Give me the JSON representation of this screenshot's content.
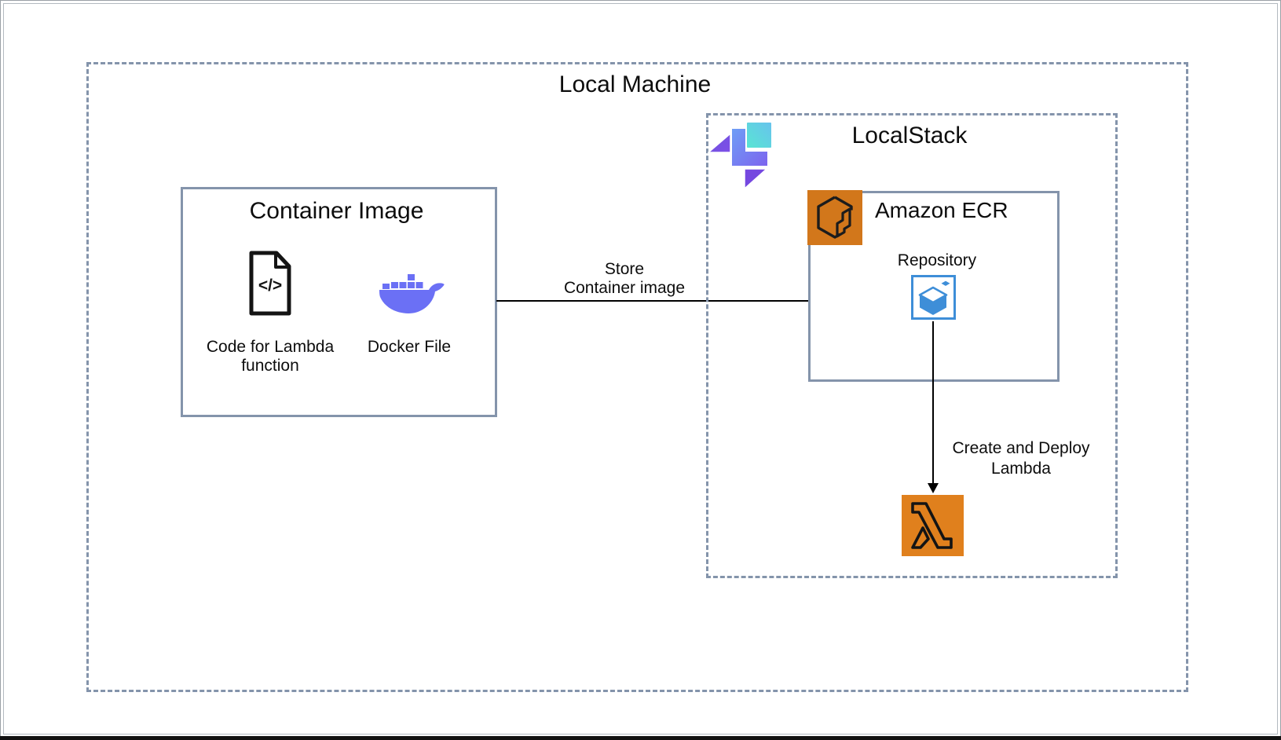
{
  "diagram": {
    "local_machine": {
      "title": "Local Machine"
    },
    "container_image": {
      "title": "Container Image",
      "code_item": {
        "icon": "code-file-icon",
        "label": "Code for Lambda\nfunction"
      },
      "docker_item": {
        "icon": "docker-icon",
        "label": "Docker File"
      }
    },
    "localstack": {
      "title": "LocalStack",
      "logo_icon": "localstack-logo",
      "ecr": {
        "title": "Amazon ECR",
        "icon": "amazon-ecr-icon",
        "repository": {
          "label": "Repository",
          "icon": "ecr-repository-icon"
        }
      },
      "lambda": {
        "icon": "aws-lambda-icon"
      }
    },
    "arrows": {
      "store": {
        "label": "Store\nContainer image",
        "from": "container-image-box",
        "to": "ecr-repository-icon"
      },
      "deploy": {
        "label": "Create and Deploy\nLambda",
        "from": "ecr-repository-icon",
        "to": "aws-lambda-icon"
      }
    },
    "colors": {
      "border_slate": "#8494ab",
      "aws_orange": "#d2771b",
      "lambda_orange": "#e0801d",
      "repository_blue": "#3e8ed8",
      "docker_purple": "#6b70f5",
      "localstack_teal": "#59e0d2",
      "localstack_indigo": "#6e8ef6",
      "localstack_purple": "#7548e0",
      "text": "#0d0d0d"
    }
  }
}
